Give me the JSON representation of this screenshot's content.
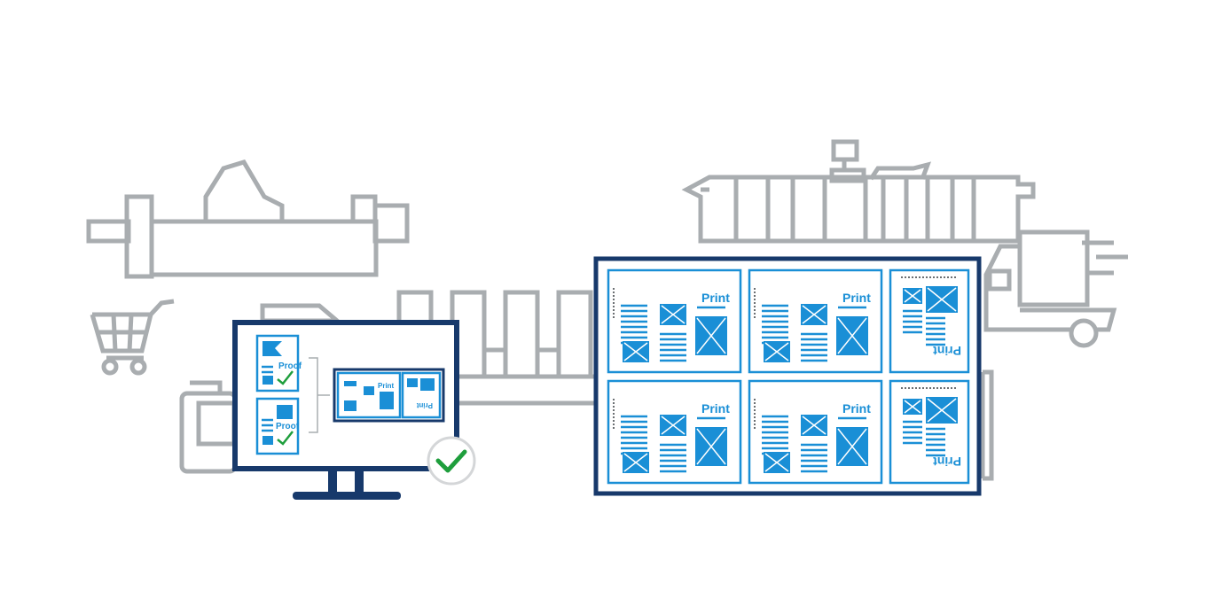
{
  "monitor": {
    "proof_label_1": "Proof",
    "proof_label_2": "Proof",
    "mini_print_label": "Print",
    "mini_print_label_rot": "Print"
  },
  "sheet": {
    "print_labels": [
      "Print",
      "Print",
      "Print",
      "Print",
      "Print",
      "Print"
    ]
  },
  "colors": {
    "machine_gray": "#a9adb0",
    "navy": "#17396b",
    "accent_blue": "#1a8fd6",
    "check_green": "#1e9e3c"
  },
  "icons": [
    "shopping-cart-icon",
    "delivery-truck-icon",
    "checkmark-icon",
    "image-placeholder-icon"
  ]
}
